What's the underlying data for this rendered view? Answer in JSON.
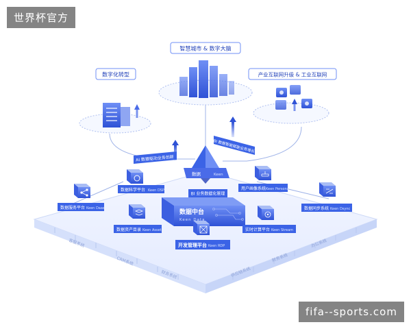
{
  "watermarks": {
    "top_left": "世界杯官方",
    "bottom_right": "fifa--sports.com"
  },
  "top_labels": {
    "smart_city": "智慧城市 & 数字大脑",
    "digital_transform": "数字化转型",
    "industrial_internet": "产业互联网升级 & 工业互联网"
  },
  "tags": {
    "ai": "AI 数据驱动业务创新",
    "bi": "BI 数据智能赋能业务增长",
    "biz": "BI 业务数据化管理"
  },
  "core": {
    "title": "数据中台",
    "subtitle": "Keen Data"
  },
  "modules": {
    "science": [
      "数据科学平台",
      "Keen DSP"
    ],
    "service": [
      "数据服务平台",
      "Keen Daas"
    ],
    "asset": [
      "数据资产目录",
      "Keen Asset"
    ],
    "dev": [
      "开发管理平台",
      "Keen RDP"
    ],
    "portrait": [
      "用户画像系统",
      "Keen Persona"
    ],
    "sync": [
      "数据同步系统",
      "Keen Dsync"
    ],
    "stream": [
      "实时计算平台",
      "Keen Stream"
    ],
    "center": [
      "数据",
      "Keen"
    ]
  },
  "base_labels": {
    "b1": "客服系统",
    "b2": "CRM系统",
    "b3": "财务系统",
    "b4": "供应链系统",
    "b5": "财务系统",
    "b6": "办公系统"
  },
  "colors": {
    "primary": "#3b63e6",
    "light": "#dfe8ff",
    "platform": "#edf2ff",
    "line": "#9fb3e8"
  }
}
